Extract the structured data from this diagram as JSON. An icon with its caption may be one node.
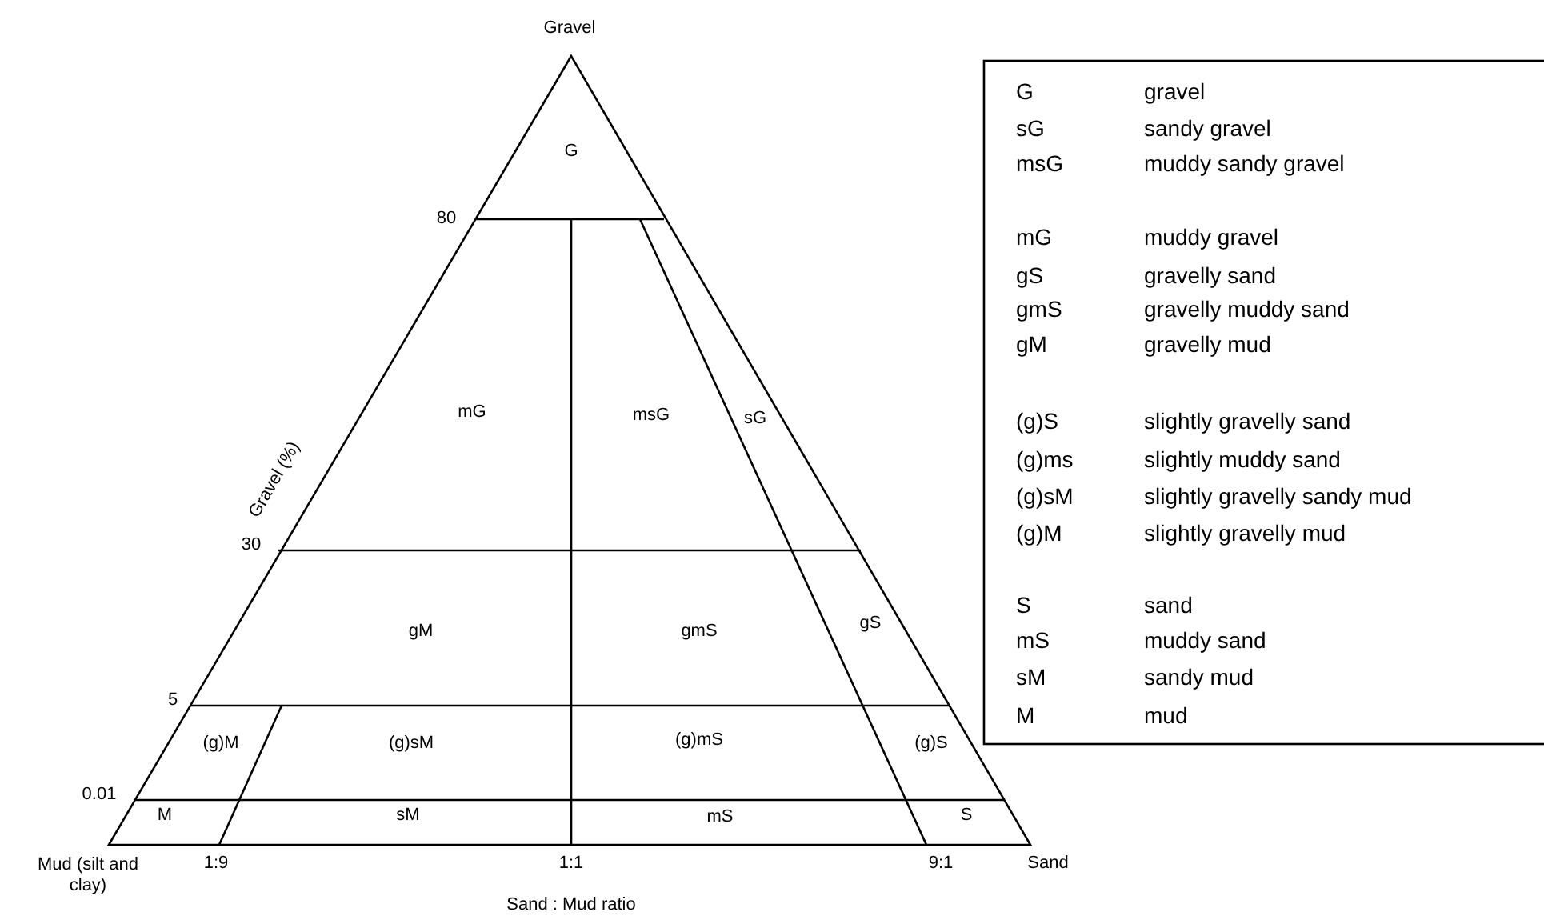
{
  "diagram": {
    "labels": [
      "Gravel",
      "G",
      "80",
      "Gravel (%)",
      "mG",
      "msG",
      "sG",
      "30",
      "gM",
      "gmS",
      "gS",
      "5",
      "(g)M",
      "(g)sM",
      "(g)mS",
      "(g)S",
      "0.01",
      "M",
      "sM",
      "mS",
      "S",
      "Mud (silt and clay)",
      "1:9",
      "1:1",
      "9:1",
      "Sand",
      "Sand : Mud ratio",
      "G",
      "gravel",
      "sG",
      "sandy gravel",
      "msG",
      "muddy sandy gravel",
      "mG",
      "muddy gravel",
      "gS",
      "gravelly sand",
      "gmS",
      "gravelly muddy sand",
      "gM",
      "gravelly mud",
      "(g)S",
      "slightly gravelly sand",
      "(g)ms",
      "slightly muddy sand",
      "(g)sM",
      "slightly gravelly sandy mud",
      "(g)M",
      "slightly gravelly mud",
      "S",
      "sand",
      "mS",
      "muddy sand",
      "sM",
      "sandy mud",
      "M",
      "mud"
    ]
  }
}
